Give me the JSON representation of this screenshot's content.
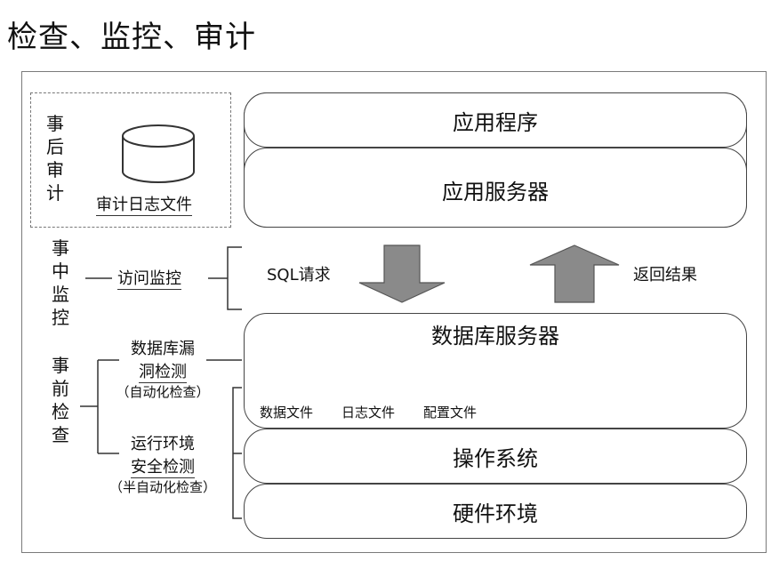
{
  "title": "检查、监控、审计",
  "post_audit": {
    "label": "事后审计",
    "chars": [
      "事",
      "后",
      "审",
      "计"
    ],
    "db_label": "审计日志文件"
  },
  "in_process": {
    "chars": [
      "事",
      "中",
      "监",
      "控"
    ],
    "item": "访问监控"
  },
  "pre_check": {
    "chars": [
      "事",
      "前",
      "检",
      "查"
    ],
    "items": [
      {
        "line1": "数据库漏",
        "line2": "洞检测",
        "note": "（自动化检查）"
      },
      {
        "line1": "运行环境",
        "line2": "安全检测",
        "note": "（半自动化检查）"
      }
    ]
  },
  "layers": {
    "app": "应用程序",
    "app_server": "应用服务器",
    "db_server": "数据库服务器",
    "os": "操作系统",
    "hardware": "硬件环境"
  },
  "files": [
    "数据文件",
    "日志文件",
    "配置文件"
  ],
  "arrows": {
    "request": "SQL请求",
    "result": "返回结果"
  }
}
